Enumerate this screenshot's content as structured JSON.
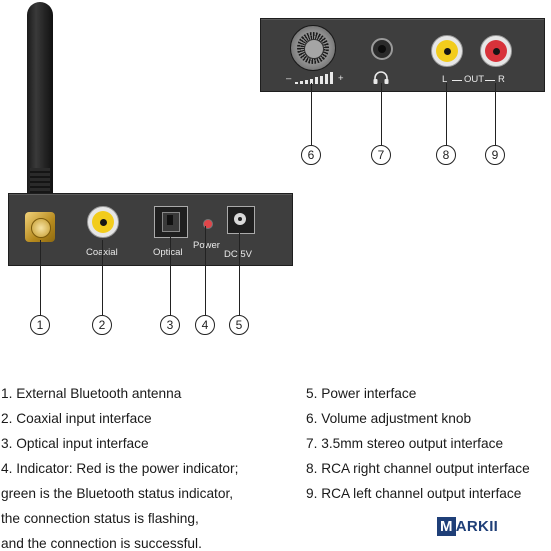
{
  "front_panel": {
    "coaxial_label": "Coaxial",
    "optical_label": "Optical",
    "power_label": "Power",
    "dc_label": "DC 5V",
    "indicator_color": "#e0464a"
  },
  "back_panel": {
    "volume_minus": "–",
    "volume_plus": "+",
    "out_left": "L",
    "out_text": "OUT",
    "out_right": "R",
    "rca_left_color": "#f2cc1c",
    "rca_right_color": "#d8323a"
  },
  "callouts": [
    "1",
    "2",
    "3",
    "4",
    "5",
    "6",
    "7",
    "8",
    "9"
  ],
  "legend": {
    "left": [
      "1. External Bluetooth antenna",
      "2. Coaxial input interface",
      "3. Optical input interface",
      "4. Indicator: Red is the power indicator;",
      "green is the Bluetooth status indicator,",
      "the connection status is flashing,",
      "and the connection is successful."
    ],
    "right": [
      "5. Power interface",
      "6. Volume adjustment knob",
      "7. 3.5mm stereo output interface",
      "8. RCA right channel output interface",
      "9. RCA left channel output interface"
    ]
  },
  "brand": {
    "m": "M",
    "rest": "ARKII"
  }
}
